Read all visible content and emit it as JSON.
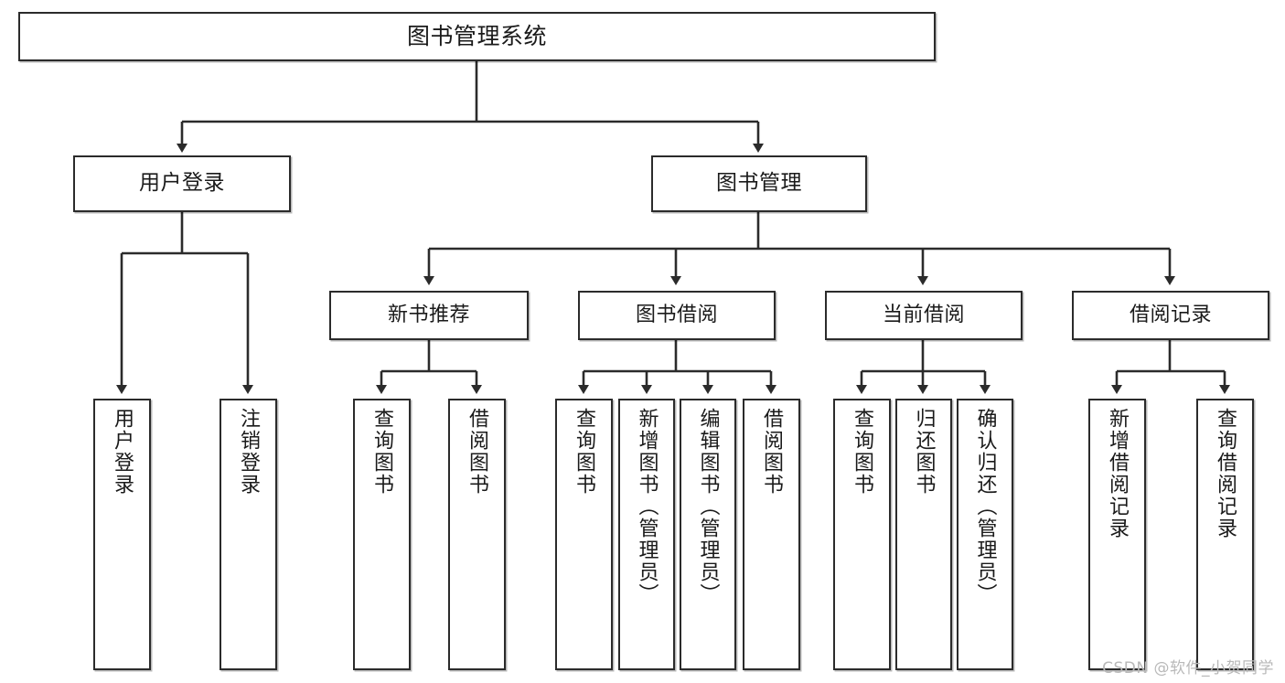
{
  "diagram": {
    "type": "tree-hierarchy",
    "title": "图书管理系统",
    "orientation": "top-down",
    "watermark": "CSDN @软件_小贺同学",
    "colors": {
      "background": "#ffffff",
      "box_border": "#2b2b2b",
      "box_fill": "#ffffff",
      "connector": "#2b2b2b",
      "text": "#1a1a1a",
      "watermark": "#b9b9b9"
    }
  },
  "root": {
    "label": "图书管理系统"
  },
  "level1": [
    {
      "label": "用户登录"
    },
    {
      "label": "图书管理"
    }
  ],
  "level2": [
    {
      "label": "新书推荐"
    },
    {
      "label": "图书借阅"
    },
    {
      "label": "当前借阅"
    },
    {
      "label": "借阅记录"
    }
  ],
  "leaves": {
    "user_login": [
      {
        "label": "用户登录"
      },
      {
        "label": "注销登录"
      }
    ],
    "new_book_recommend": [
      {
        "label": "查询图书"
      },
      {
        "label": "借阅图书"
      }
    ],
    "book_borrow": [
      {
        "label": "查询图书"
      },
      {
        "label": "新增图书（管理员）"
      },
      {
        "label": "编辑图书（管理员）"
      },
      {
        "label": "借阅图书"
      }
    ],
    "current_borrow": [
      {
        "label": "查询图书"
      },
      {
        "label": "归还图书"
      },
      {
        "label": "确认归还（管理员）"
      }
    ],
    "borrow_records": [
      {
        "label": "新增借阅记录"
      },
      {
        "label": "查询借阅记录"
      }
    ]
  }
}
